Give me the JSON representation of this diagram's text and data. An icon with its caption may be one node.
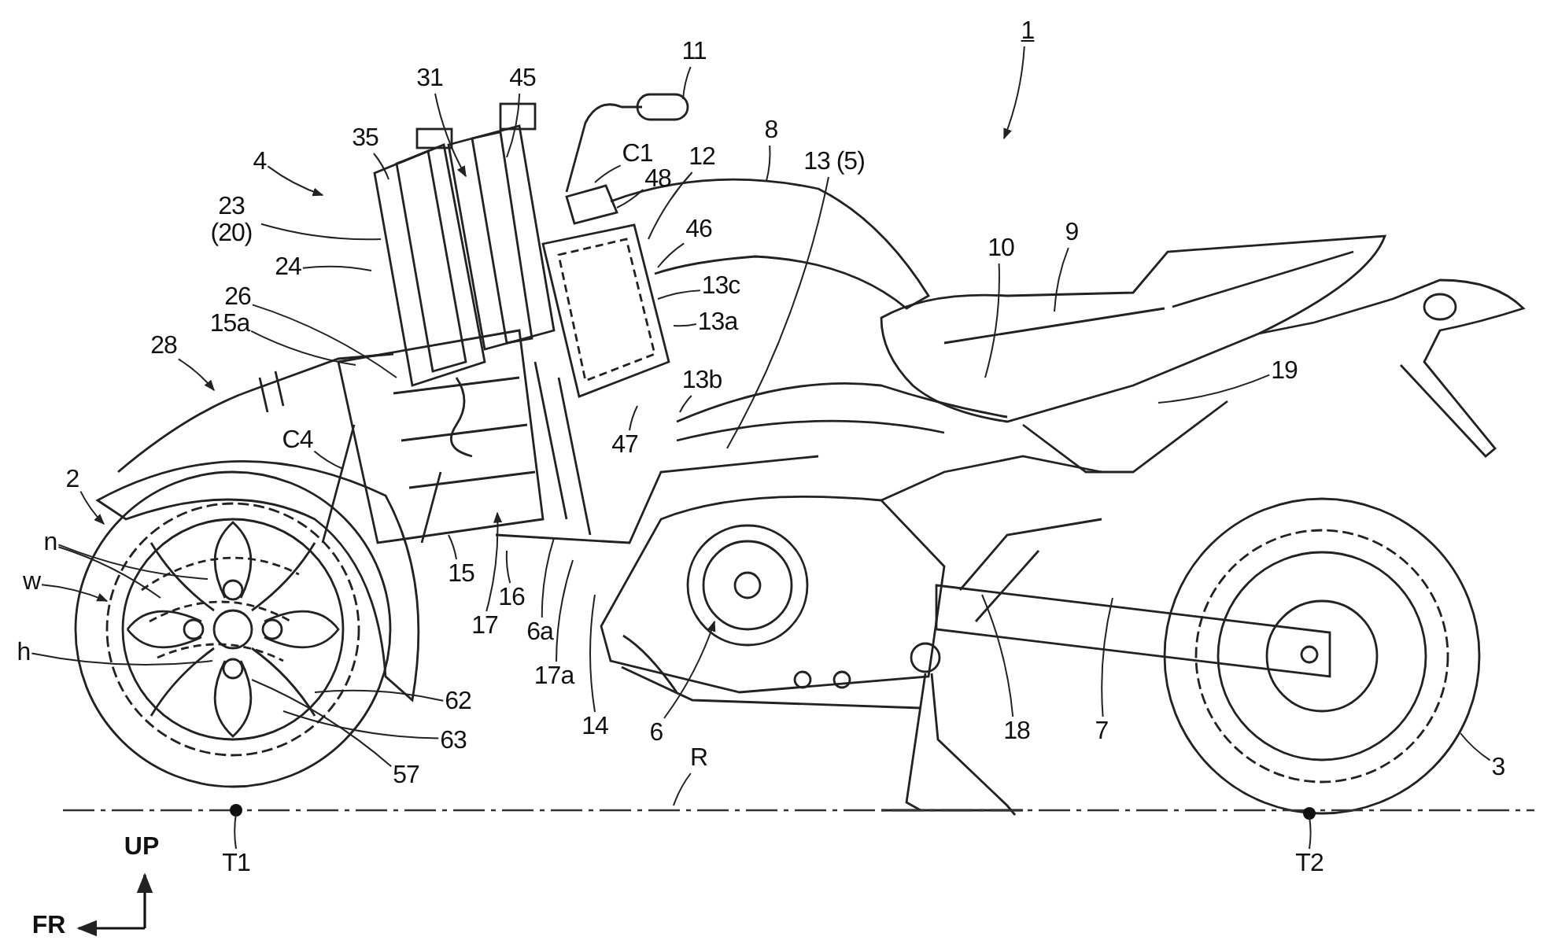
{
  "diagram": {
    "nodes": [
      {
        "text": [
          "1"
        ]
      },
      {
        "text": [
          "11"
        ]
      },
      {
        "text": [
          "8"
        ]
      },
      {
        "text": [
          "31"
        ]
      },
      {
        "text": [
          "45"
        ]
      },
      {
        "text": [
          "4"
        ]
      },
      {
        "text": [
          "35"
        ]
      },
      {
        "text": [
          "C1"
        ]
      },
      {
        "text": [
          "48"
        ]
      },
      {
        "text": [
          "12"
        ]
      },
      {
        "text": [
          "13 (5)"
        ]
      },
      {
        "text": [
          "23 (20)"
        ]
      },
      {
        "text": [
          "24"
        ]
      },
      {
        "text": [
          "46"
        ]
      },
      {
        "text": [
          "10"
        ]
      },
      {
        "text": [
          "9"
        ]
      },
      {
        "text": [
          "26"
        ]
      },
      {
        "text": [
          "13c"
        ]
      },
      {
        "text": [
          "13a"
        ]
      },
      {
        "text": [
          "15a"
        ]
      },
      {
        "text": [
          "28"
        ]
      },
      {
        "text": [
          "13b"
        ]
      },
      {
        "text": [
          "19"
        ]
      },
      {
        "text": [
          "C4"
        ]
      },
      {
        "text": [
          "47"
        ]
      },
      {
        "text": [
          "2"
        ]
      },
      {
        "text": [
          "n"
        ]
      },
      {
        "text": [
          "w"
        ]
      },
      {
        "text": [
          "15"
        ]
      },
      {
        "text": [
          "16"
        ]
      },
      {
        "text": [
          "17"
        ]
      },
      {
        "text": [
          "6a"
        ]
      },
      {
        "text": [
          "h"
        ]
      },
      {
        "text": [
          "17a"
        ]
      },
      {
        "text": [
          "62"
        ]
      },
      {
        "text": [
          "14"
        ]
      },
      {
        "text": [
          "6"
        ]
      },
      {
        "text": [
          "63"
        ]
      },
      {
        "text": [
          "18"
        ]
      },
      {
        "text": [
          "7"
        ]
      },
      {
        "text": [
          "57"
        ]
      },
      {
        "text": [
          "3"
        ]
      },
      {
        "text": [
          "R"
        ]
      },
      {
        "text": [
          "T1"
        ]
      },
      {
        "text": [
          "T2"
        ]
      }
    ],
    "edges": [
      {
        "from": 0,
        "to": null,
        "arrow": "to"
      },
      {
        "from": 1,
        "to": null,
        "arrow": "none"
      },
      {
        "from": 2,
        "to": null,
        "arrow": "none"
      },
      {
        "from": 3,
        "to": null,
        "arrow": "to"
      },
      {
        "from": 4,
        "to": null,
        "arrow": "none"
      },
      {
        "from": 5,
        "to": null,
        "arrow": "to"
      },
      {
        "from": 6,
        "to": null,
        "arrow": "none"
      },
      {
        "from": 7,
        "to": null,
        "arrow": "none"
      },
      {
        "from": 8,
        "to": null,
        "arrow": "none"
      },
      {
        "from": 9,
        "to": null,
        "arrow": "none"
      },
      {
        "from": 10,
        "to": null,
        "arrow": "none"
      },
      {
        "from": 11,
        "to": null,
        "arrow": "none"
      },
      {
        "from": 12,
        "to": null,
        "arrow": "none"
      },
      {
        "from": 13,
        "to": null,
        "arrow": "none"
      },
      {
        "from": 14,
        "to": null,
        "arrow": "none"
      },
      {
        "from": 15,
        "to": null,
        "arrow": "none"
      },
      {
        "from": 16,
        "to": null,
        "arrow": "none"
      },
      {
        "from": 17,
        "to": null,
        "arrow": "none"
      },
      {
        "from": 18,
        "to": null,
        "arrow": "none"
      },
      {
        "from": 19,
        "to": null,
        "arrow": "none"
      },
      {
        "from": 20,
        "to": null,
        "arrow": "to"
      },
      {
        "from": 21,
        "to": null,
        "arrow": "none"
      },
      {
        "from": 22,
        "to": null,
        "arrow": "none"
      },
      {
        "from": 23,
        "to": null,
        "arrow": "none"
      },
      {
        "from": 24,
        "to": null,
        "arrow": "none"
      },
      {
        "from": 25,
        "to": null,
        "arrow": "to"
      },
      {
        "from": 26,
        "to": null,
        "arrow": "none"
      },
      {
        "from": 26,
        "to": null,
        "arrow": "none"
      },
      {
        "from": 27,
        "to": null,
        "arrow": "to"
      },
      {
        "from": 28,
        "to": null,
        "arrow": "none"
      },
      {
        "from": 29,
        "to": null,
        "arrow": "none"
      },
      {
        "from": 30,
        "to": null,
        "arrow": "to"
      },
      {
        "from": 31,
        "to": null,
        "arrow": "none"
      },
      {
        "from": 32,
        "to": null,
        "arrow": "none"
      },
      {
        "from": 33,
        "to": null,
        "arrow": "none"
      },
      {
        "from": 34,
        "to": null,
        "arrow": "none"
      },
      {
        "from": 35,
        "to": null,
        "arrow": "none"
      },
      {
        "from": 36,
        "to": null,
        "arrow": "to"
      },
      {
        "from": 37,
        "to": null,
        "arrow": "none"
      },
      {
        "from": 38,
        "to": null,
        "arrow": "none"
      },
      {
        "from": 39,
        "to": null,
        "arrow": "none"
      },
      {
        "from": 40,
        "to": null,
        "arrow": "none"
      },
      {
        "from": 41,
        "to": null,
        "arrow": "none"
      },
      {
        "from": 42,
        "to": null,
        "arrow": "none"
      },
      {
        "from": 43,
        "to": null,
        "arrow": "none"
      },
      {
        "from": 44,
        "to": null,
        "arrow": "none"
      }
    ],
    "labels": [
      "UP",
      "FR"
    ]
  }
}
